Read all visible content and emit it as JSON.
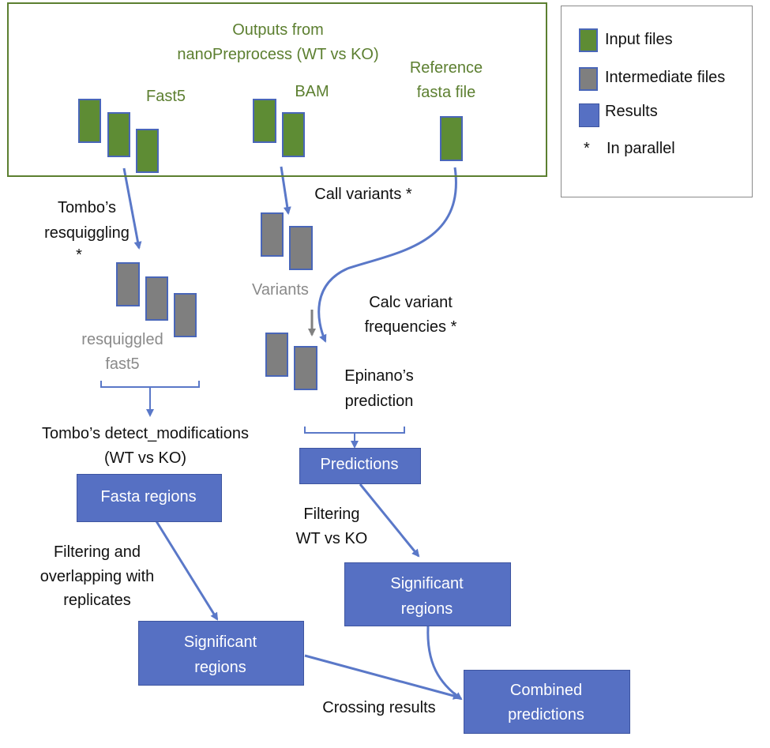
{
  "inputs": {
    "title_line1": "Outputs from",
    "title_line2": "nanoPreprocess (WT vs KO)",
    "fast5": "Fast5",
    "bam": "BAM",
    "reference_line1": "Reference",
    "reference_line2": "fasta file"
  },
  "legend": {
    "input_files": "Input files",
    "intermediate_files": "Intermediate files",
    "results": "Results",
    "parallel_symbol": "*",
    "parallel": "In parallel"
  },
  "steps": {
    "resquiggle_line1": "Tombo’s",
    "resquiggle_line2": "resquiggling",
    "resquiggle_star": "*",
    "call_variants": "Call variants *",
    "calc_freq_line1": "Calc variant",
    "calc_freq_line2": "frequencies *",
    "epinano_line1": "Epinano’s",
    "epinano_line2": "prediction",
    "detect_line1": "Tombo’s detect_modifications",
    "detect_line2": "(WT vs KO)",
    "filter_overlap_line1": "Filtering and",
    "filter_overlap_line2": "overlapping with",
    "filter_overlap_line3": "replicates",
    "filter_wt_line1": "Filtering",
    "filter_wt_line2": "WT vs KO",
    "crossing": "Crossing results"
  },
  "intermediates": {
    "variants": "Variants",
    "resquiggled_line1": "resquiggled",
    "resquiggled_line2": "fast5"
  },
  "results": {
    "fasta_regions": "Fasta regions",
    "predictions": "Predictions",
    "significant_left_line1": "Significant",
    "significant_left_line2": "regions",
    "significant_right_line1": "Significant",
    "significant_right_line2": "regions",
    "combined_line1": "Combined",
    "combined_line2": "predictions"
  },
  "colors": {
    "input_green": "#5e8c34",
    "intermediate_grey": "#7f7f7f",
    "result_blue": "#5670c3",
    "arrow_blue": "#5a78c8",
    "arrow_grey": "#808080",
    "label_green": "#5c7f30",
    "label_grey": "#8a8a8a"
  }
}
